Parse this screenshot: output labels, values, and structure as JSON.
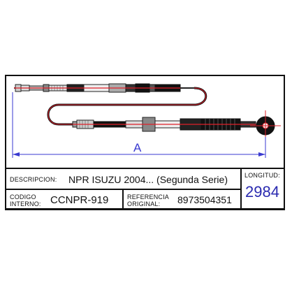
{
  "drawing": {
    "dimension_label": "A"
  },
  "title_block": {
    "descripcion_label": "DESCRIPCION:",
    "descripcion_value": "NPR ISUZU 2004... (Segunda Serie)",
    "codigo_label_1": "CODIGO",
    "codigo_label_2": "INTERNO:",
    "codigo_value": "CCNPR-919",
    "referencia_label_1": "REFERENCIA",
    "referencia_label_2": "ORIGINAL:",
    "referencia_value": "8973504351",
    "longitud_label": "LONGITUD:",
    "longitud_value": "2984"
  },
  "colors": {
    "line": "#111111",
    "dimension": "#3a3ad0",
    "cable_red": "#e0202a",
    "value_blue": "#2a2ab0"
  }
}
